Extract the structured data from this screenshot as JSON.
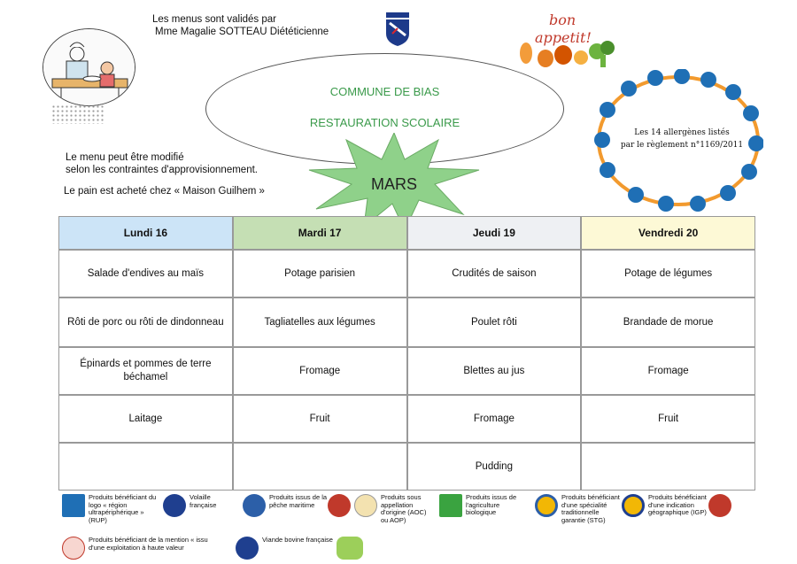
{
  "header": {
    "validated_line1": "Les menus sont validés par",
    "validated_line2": "Mme Magalie SOTTEAU Diététicienne",
    "commune": "COMMUNE DE BIAS",
    "service": "RESTAURATION SCOLAIRE",
    "note_line1": "Le menu peut être modifié",
    "note_line2": "selon les contraintes d'approvisionnement.",
    "bread": "Le pain est acheté chez « Maison Guilhem »",
    "month": "MARS",
    "bon": "bon",
    "appetit": "appetit!"
  },
  "allergens": {
    "line1": "Les 14 allergènes listés",
    "line2": "par le règlement n°1169/2011"
  },
  "days": [
    "Lundi 16",
    "Mardi 17",
    "Jeudi 19",
    "Vendredi 20"
  ],
  "menu": [
    [
      "Salade d'endives au maïs",
      "Potage parisien",
      "Crudités de saison",
      "Potage de légumes"
    ],
    [
      "Rôti de porc ou rôti de dindonneau",
      "Tagliatelles aux légumes",
      "Poulet rôti",
      "Brandade de morue"
    ],
    [
      "Épinards et pommes de terre béchamel",
      "Fromage",
      "Blettes au jus",
      "Fromage"
    ],
    [
      "Laitage",
      "Fruit",
      "Fromage",
      "Fruit"
    ],
    [
      "",
      "",
      "Pudding",
      ""
    ]
  ],
  "legend": {
    "rup": "Produits bénéficiant du logo « région ultrapériphérique » (RUP)",
    "volaille": "Volaille française",
    "peche": "Produits issus de la pêche maritime",
    "aoc": "Produits sous appellation d'origine (AOC) ou AOP)",
    "bio": "Produits issus de l'agriculture biologique",
    "stg": "Produits bénéficiant d'une spécialité traditionnelle garantie (STG)",
    "igp": "Produits bénéficiant d'une indication géographique (IGP)",
    "exploitation": "Produits bénéficiant de la mention « issu d'une exploitation à haute valeur",
    "bovine": "Viande bovine française"
  },
  "colors": {
    "title_green": "#3a9a4a",
    "lundi": "#cce4f7",
    "mardi": "#c5dfb4",
    "jeudi": "#eef0f3",
    "vendredi": "#fdf9d6"
  }
}
